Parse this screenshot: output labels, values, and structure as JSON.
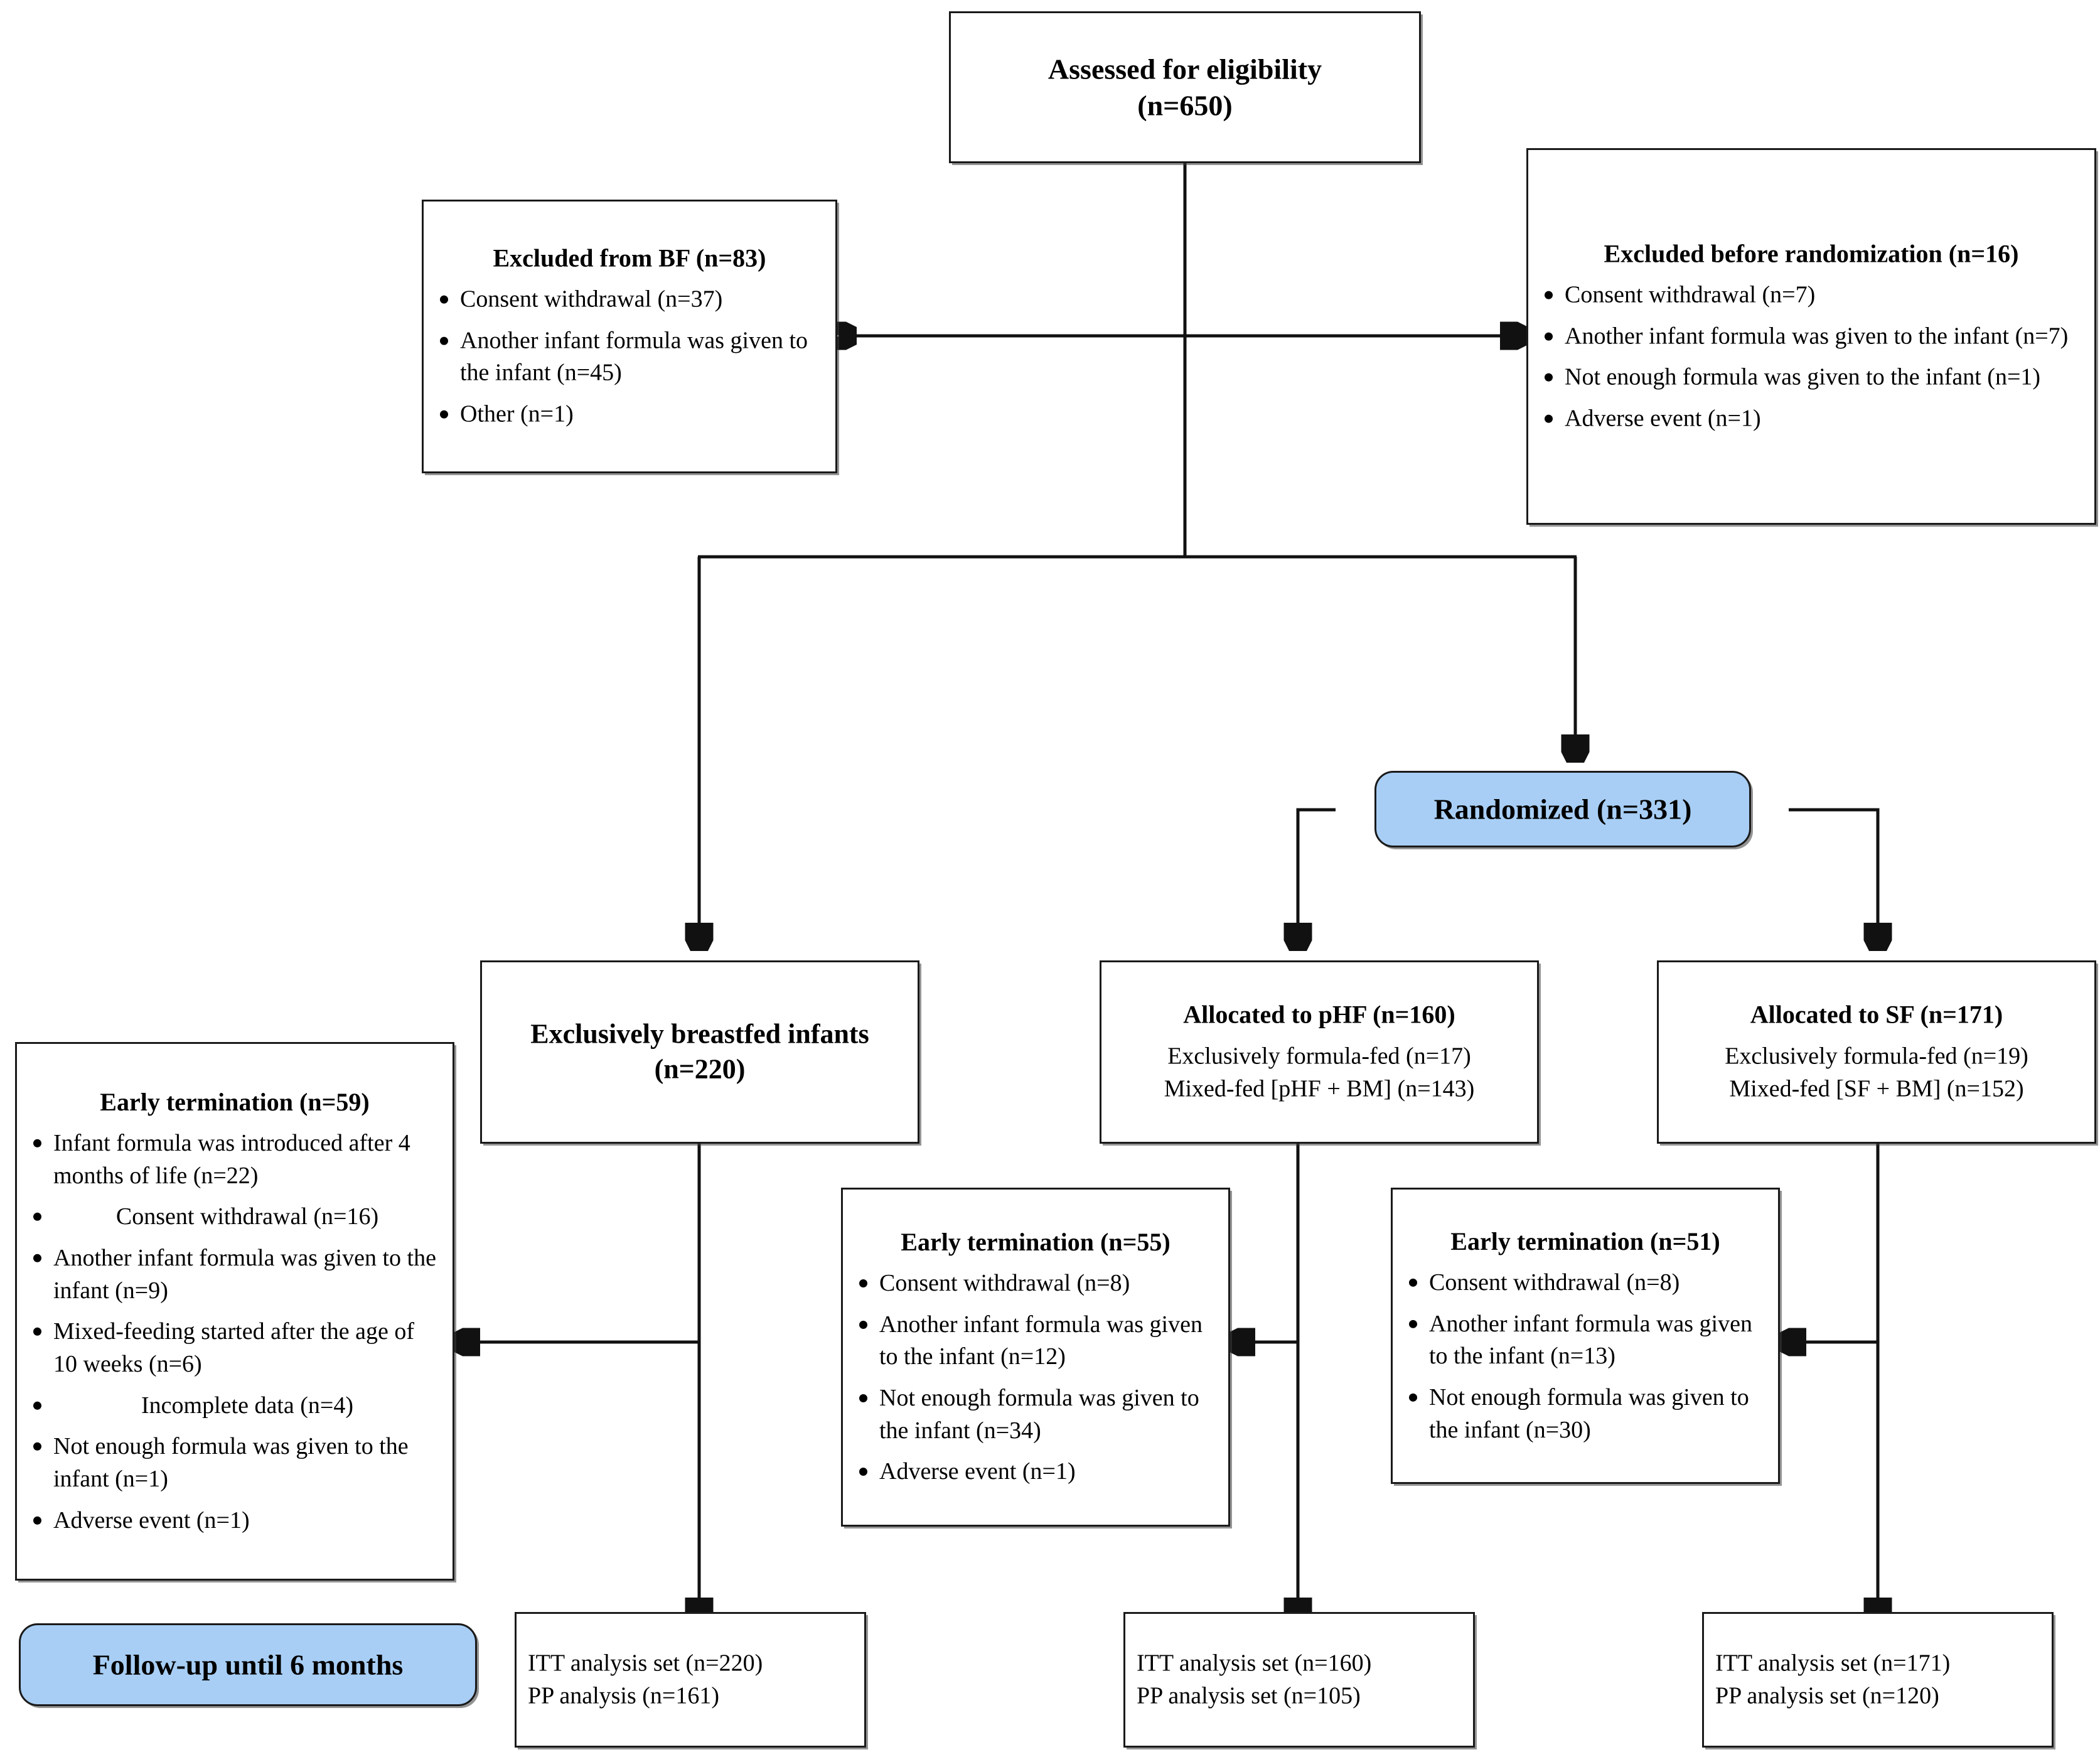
{
  "diagram": {
    "type": "consort-flow-diagram",
    "accent_blue": "#a8cef5",
    "line_color": "#111111"
  },
  "nodes": {
    "assessed": {
      "title": "Assessed for eligibility",
      "count_line": "(n=650)"
    },
    "excluded_bf": {
      "title": "Excluded from BF (n=83)",
      "bullets": [
        "Consent withdrawal (n=37)",
        "Another infant formula was given to the infant (n=45)",
        "Other (n=1)"
      ]
    },
    "excluded_before_rand": {
      "title": "Excluded before randomization (n=16)",
      "bullets": [
        "Consent withdrawal (n=7)",
        "Another infant formula was given to the infant (n=7)",
        "Not enough formula was given to the infant (n=1)",
        "Adverse event (n=1)"
      ]
    },
    "randomized": {
      "label": "Randomized (n=331)"
    },
    "ebf": {
      "title": "Exclusively breastfed infants",
      "count_line": "(n=220)"
    },
    "alloc_phf": {
      "title": "Allocated to pHF (n=160)",
      "lines": [
        "Exclusively formula-fed (n=17)",
        "Mixed-fed [pHF + BM] (n=143)"
      ]
    },
    "alloc_sf": {
      "title": "Allocated to SF (n=171)",
      "lines": [
        "Exclusively formula-fed (n=19)",
        "Mixed-fed [SF + BM] (n=152)"
      ]
    },
    "early_term_bf": {
      "title": "Early termination (n=59)",
      "bullets": [
        "Infant formula was introduced after 4 months of life (n=22)",
        "Consent withdrawal (n=16)",
        "Another infant formula was given to the infant (n=9)",
        "Mixed-feeding started after the age of 10 weeks (n=6)",
        "Incomplete data (n=4)",
        "Not enough formula was given to the infant (n=1)",
        "Adverse event (n=1)"
      ]
    },
    "early_term_phf": {
      "title": "Early termination (n=55)",
      "bullets": [
        "Consent withdrawal (n=8)",
        "Another infant formula was given to the infant (n=12)",
        "Not enough formula was given to the infant (n=34)",
        "Adverse event (n=1)"
      ]
    },
    "early_term_sf": {
      "title": "Early termination (n=51)",
      "bullets": [
        "Consent withdrawal (n=8)",
        "Another infant formula was given to the infant (n=13)",
        "Not enough formula was given to the infant (n=30)"
      ]
    },
    "analysis_bf": {
      "itt": "ITT analysis set (n=220)",
      "pp": "PP analysis (n=161)"
    },
    "analysis_phf": {
      "itt": "ITT analysis set (n=160)",
      "pp": "PP analysis set (n=105)"
    },
    "analysis_sf": {
      "itt": "ITT analysis set (n=171)",
      "pp": "PP analysis set (n=120)"
    },
    "followup": {
      "label": "Follow-up until 6 months"
    }
  }
}
